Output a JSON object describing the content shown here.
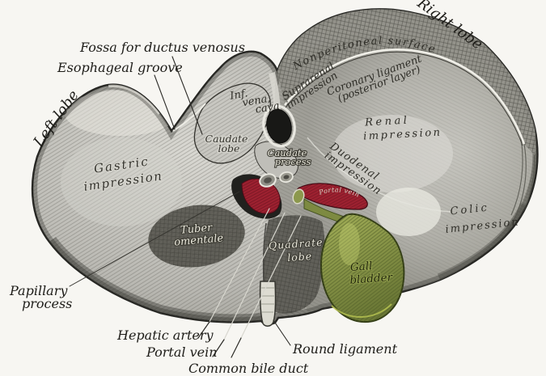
{
  "labels": {
    "fossa_ductus_venosus": "Fossa for ductus venosus",
    "esophageal_groove": "Esophageal groove",
    "left_lobe": "Left lobe",
    "right_lobe": "Right lobe",
    "nonperitoneal_surface": "Nonperitoneal surface",
    "suprarenal_impression": {
      "l1": "Suprarenal",
      "l2": "impression"
    },
    "coronary_ligament": {
      "l1": "Coronary ligament",
      "l2": "(posterior layer)"
    },
    "renal_impression": {
      "l1": "Renal",
      "l2": "impression"
    },
    "inf_vena_cava": {
      "l1": "Inf.",
      "l2": "vena,",
      "l3": "cava"
    },
    "caudate_lobe": {
      "l1": "Caudate",
      "l2": "lobe"
    },
    "caudate_process": {
      "l1": "Caudate",
      "l2": "process"
    },
    "duodenal_impression": {
      "l1": "Duodenal",
      "l2": "impression"
    },
    "colic_impression": {
      "l1": "Colic",
      "l2": "impression"
    },
    "gastric_impression": {
      "l1": "Gastric",
      "l2": "impression"
    },
    "tuber_omentale": {
      "l1": "Tuber",
      "l2": "omentale"
    },
    "quadrate_lobe": {
      "l1": "Quadrate",
      "l2": "lobe"
    },
    "gall_bladder": {
      "l1": "Gall",
      "l2": "bladder"
    },
    "papillary_process": {
      "l1": "Papillary",
      "l2": "process"
    },
    "hepatic_artery": "Hepatic artery",
    "portal_vein": "Portal vein",
    "common_bile_duct": "Common bile duct",
    "round_ligament": "Round ligament",
    "porta_inscription": "Portal vein"
  },
  "colors": {
    "paper": "#f7f6f2",
    "ink": "#232320",
    "vessel_red": "#9d2130",
    "gallbladder_olive": "#8f9b4f",
    "label_white": "#eceade"
  }
}
